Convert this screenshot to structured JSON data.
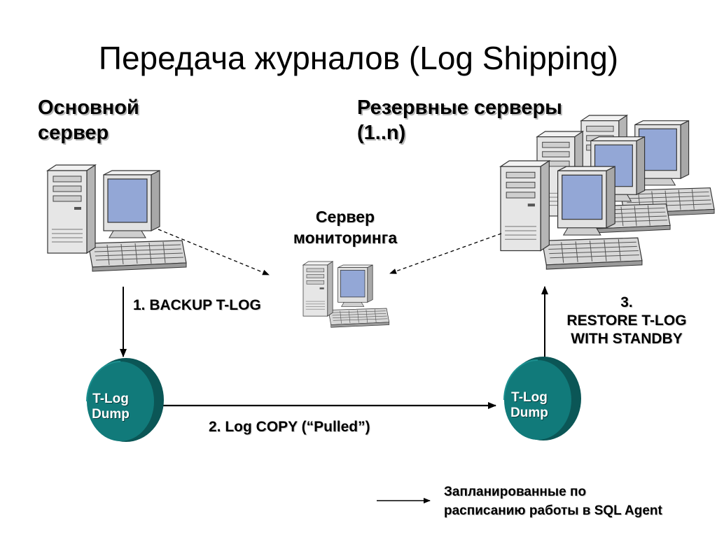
{
  "title": "Передача журналов (Log Shipping)",
  "primary_server": {
    "heading_line1": "Основной",
    "heading_line2": "сервер"
  },
  "standby_servers": {
    "heading_line1": "Резервные серверы",
    "heading_line2": "(1..n)"
  },
  "monitor_server": {
    "label_line1": "Сервер",
    "label_line2": "мониторинга"
  },
  "steps": {
    "backup": "1. BACKUP T-LOG",
    "copy": "2. Log COPY (“Pulled”)",
    "restore_line1": "3.",
    "restore_line2": "RESTORE T-LOG",
    "restore_line3": "WITH STANDBY"
  },
  "dump_left": {
    "line1": "T-Log",
    "line2": "Dump"
  },
  "dump_right": {
    "line1": "T-Log",
    "line2": "Dump"
  },
  "legend": {
    "line1": "Запланированные по",
    "line2": "расписанию работы в SQL Agent"
  },
  "colors": {
    "cylinder": "#117a7a",
    "cylinder_dark": "#0b5656",
    "screen": "#93a7d6",
    "case": "#e6e6e6"
  }
}
